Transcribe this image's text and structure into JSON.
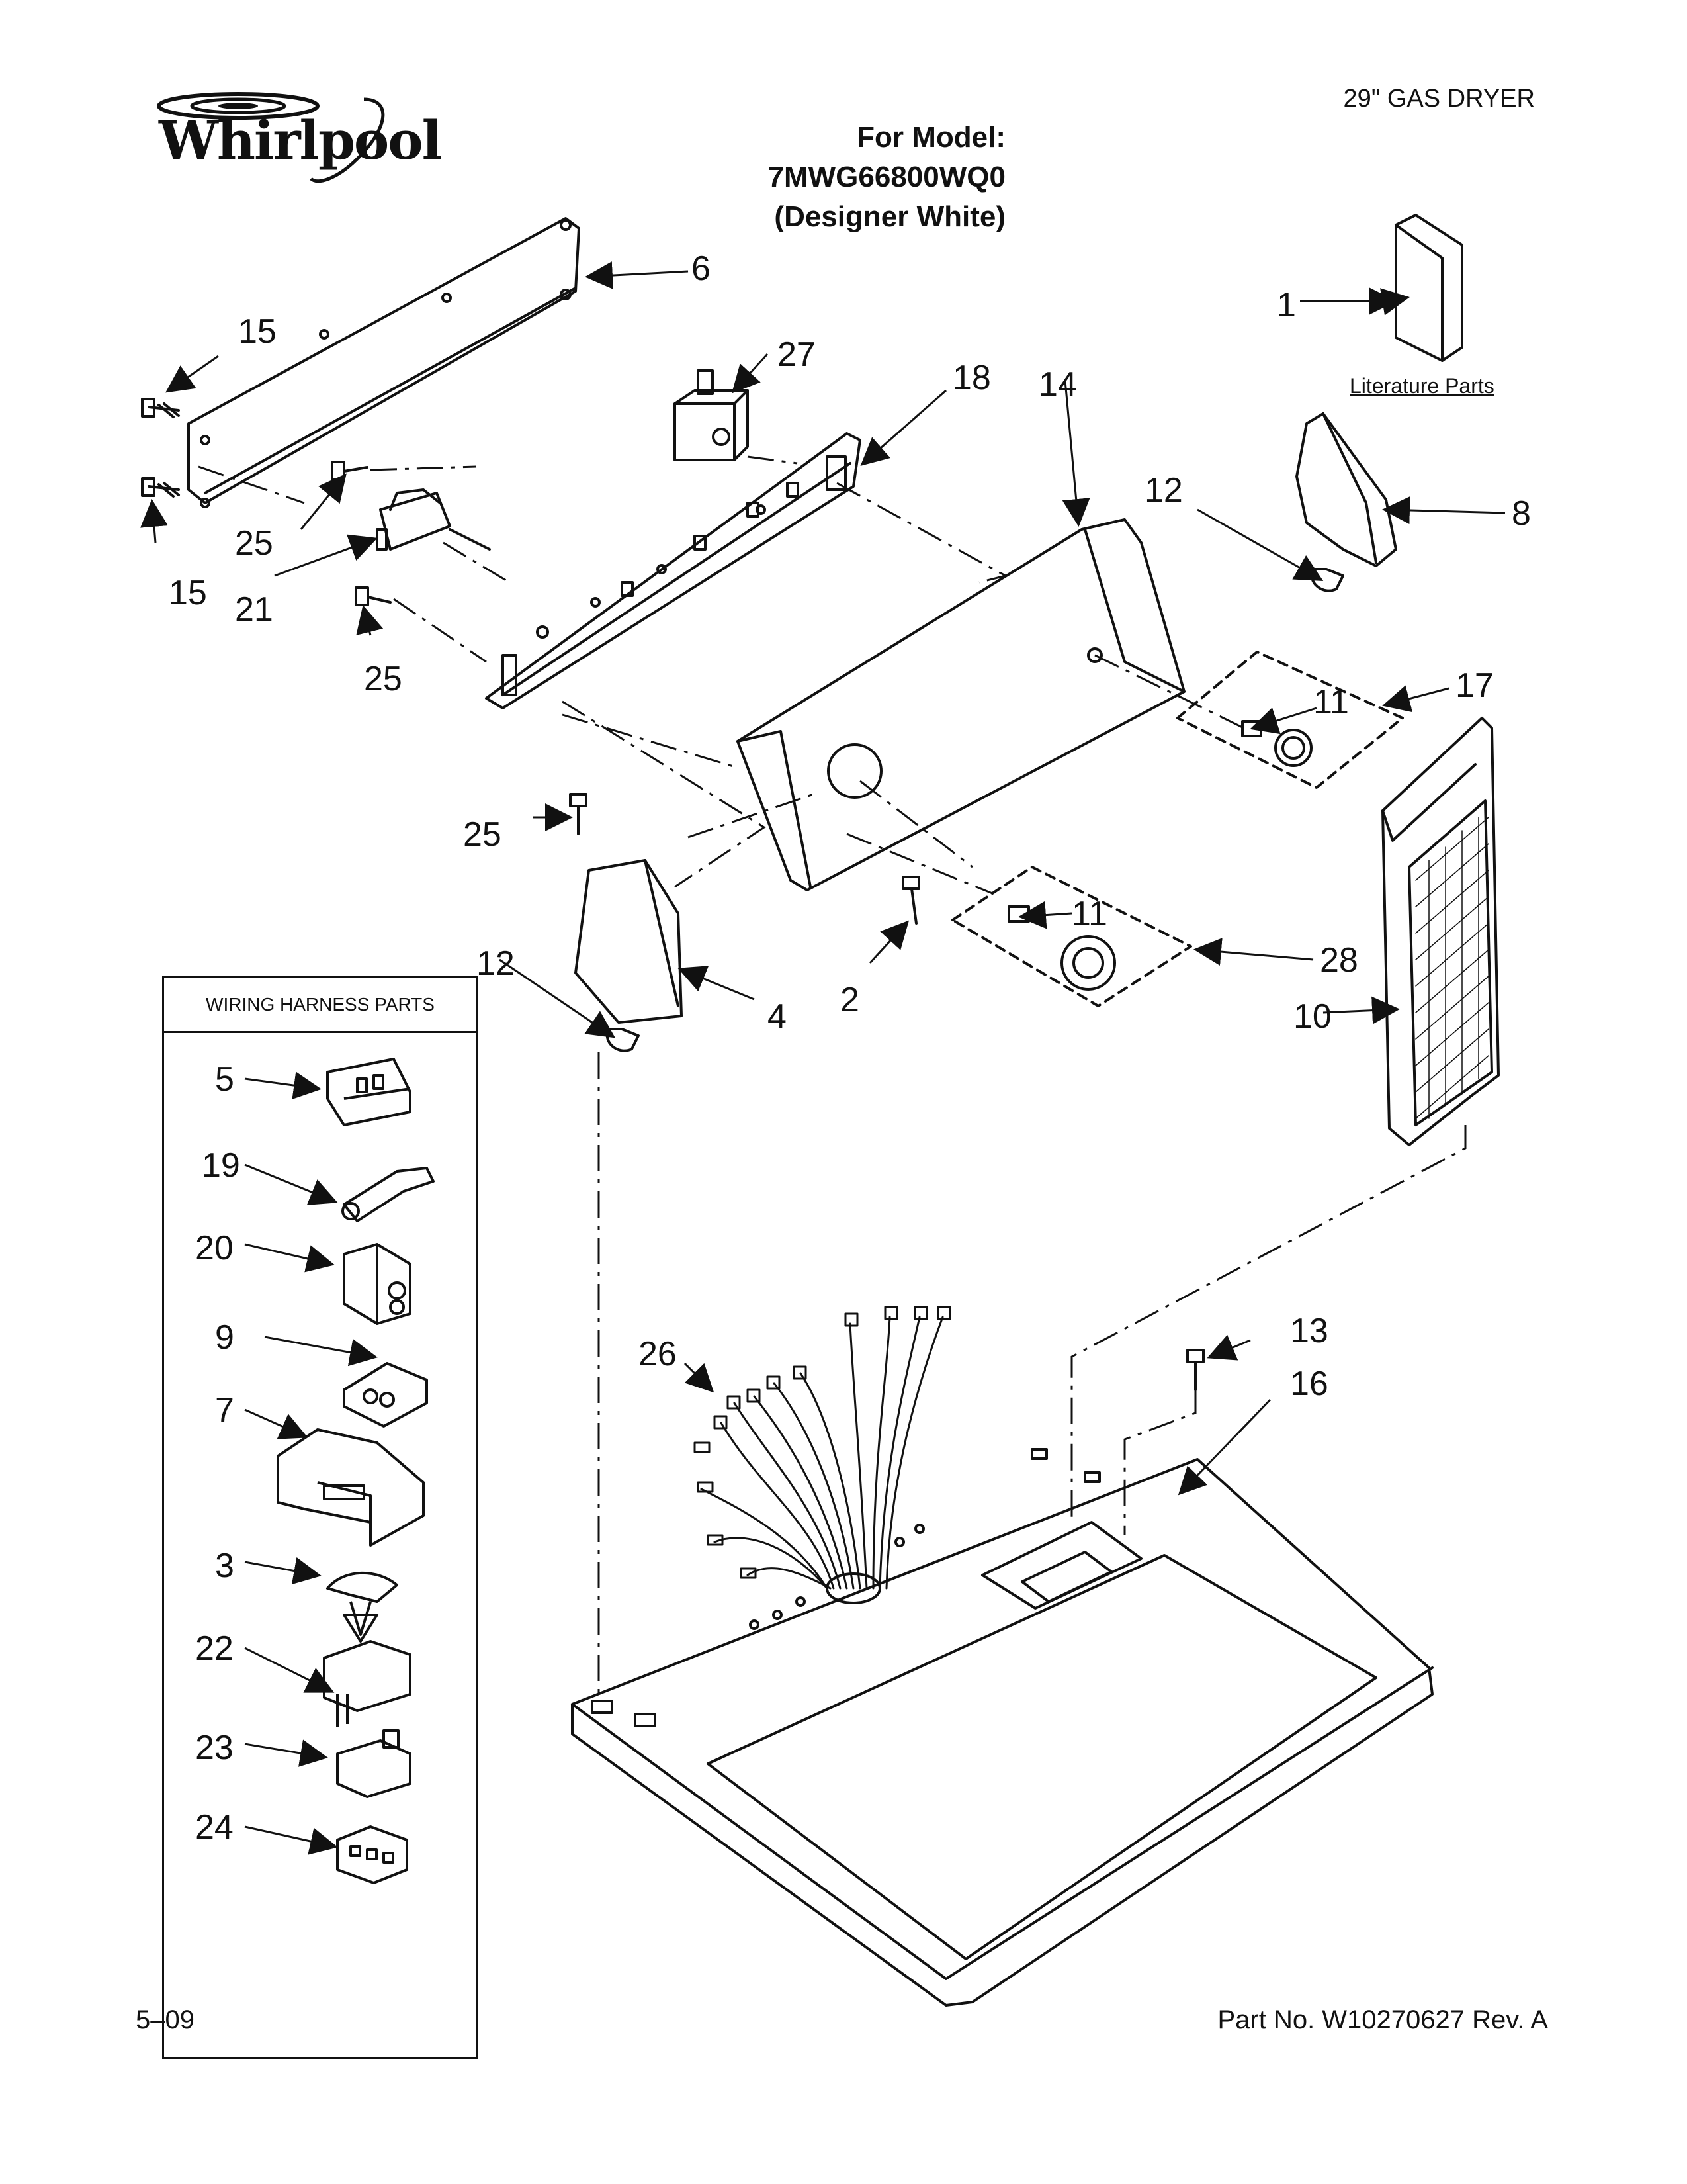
{
  "header": {
    "brand": "Whirlpool",
    "product": "29\" GAS DRYER",
    "model_line": "For Model: 7MWG66800WQ0",
    "color_line": "(Designer White)"
  },
  "literature_label": "Literature Parts",
  "wiring_box": {
    "title": "WIRING HARNESS PARTS"
  },
  "callouts": {
    "c1": "1",
    "c2": "2",
    "c3": "3",
    "c4": "4",
    "c5": "5",
    "c6": "6",
    "c7": "7",
    "c8": "8",
    "c9": "9",
    "c10": "10",
    "c11a": "11",
    "c11b": "11",
    "c12a": "12",
    "c12b": "12",
    "c13": "13",
    "c14": "14",
    "c15a": "15",
    "c15b": "15",
    "c16": "16",
    "c17": "17",
    "c18": "18",
    "c19": "19",
    "c20": "20",
    "c21": "21",
    "c22": "22",
    "c23": "23",
    "c24": "24",
    "c25a": "25",
    "c25b": "25",
    "c25c": "25",
    "c26": "26",
    "c27": "27",
    "c28": "28"
  },
  "footer": {
    "date": "5–09",
    "part_number": "Part No. W10270627 Rev. A"
  }
}
